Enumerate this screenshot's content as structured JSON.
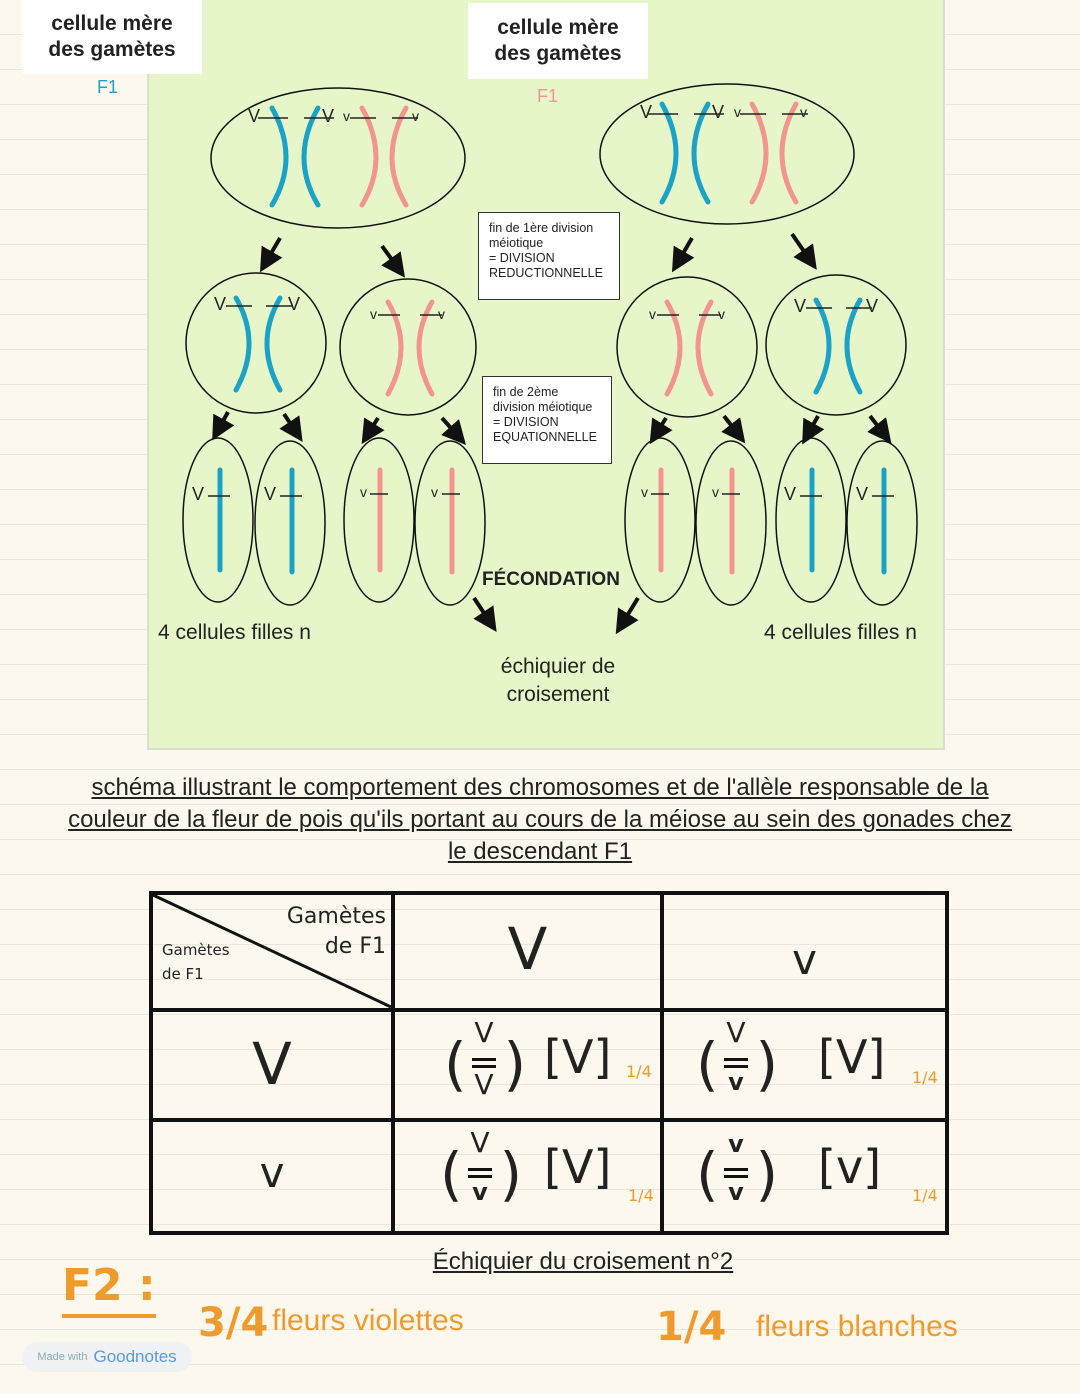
{
  "diagram": {
    "mother_cell_label": "cellule mère\ndes gamètes",
    "generation_label": "F1",
    "allele_dominant": "V",
    "allele_recessive": "v",
    "note_division1": "fin de 1ère division\nméiotique\n= DIVISION\nREDUCTIONNELLE",
    "note_division2": "fin de 2ème\ndivision méiotique\n= DIVISION\nEQUATIONNELLE",
    "fecondation": "FÉCONDATION",
    "daughter_cells_label": "4 cellules filles n",
    "checkerboard_label": "échiquier de\ncroisement",
    "colors": {
      "panel": "#e7f6c8",
      "blue_chromosome": "#1aa3c7",
      "pink_chromosome": "#f2958e",
      "orange": "#ef9a2c"
    }
  },
  "caption": "schéma illustrant le comportement des chromosomes et de l'allèle responsable de la couleur de la fleur de pois qu'ils portant au cours de la méiose au sein des gonades chez le descendant F1",
  "table": {
    "corner_top": "Gamètes\nde F1",
    "corner_bottom": "Gamètes\nde F1",
    "col_headers": [
      "V",
      "v"
    ],
    "row_headers": [
      "V",
      "v"
    ],
    "cells": [
      [
        {
          "genotype_top": "V",
          "genotype_bottom": "V",
          "phenotype": "[V]",
          "fraction": "1/4"
        },
        {
          "genotype_top": "V",
          "genotype_bottom": "v",
          "phenotype": "[V]",
          "fraction": "1/4"
        }
      ],
      [
        {
          "genotype_top": "V",
          "genotype_bottom": "v",
          "phenotype": "[V]",
          "fraction": "1/4"
        },
        {
          "genotype_top": "v",
          "genotype_bottom": "v",
          "phenotype": "[v]",
          "fraction": "1/4"
        }
      ]
    ],
    "title": "Échiquier du croisement n°2"
  },
  "result": {
    "label": "F2 :",
    "violet_fraction": "3/4",
    "violet_text": "fleurs violettes",
    "white_fraction": "1/4",
    "white_text": "fleurs blanches"
  },
  "footer": {
    "made_with": "Made with",
    "brand": "Goodnotes"
  }
}
